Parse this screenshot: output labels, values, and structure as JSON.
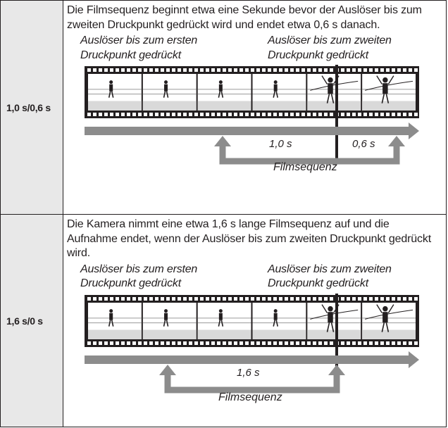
{
  "rows": [
    {
      "label": "1,0 s/0,6 s",
      "description": "Die Filmsequenz beginnt etwa eine Sekunde bevor der Auslöser bis zum zweiten Druckpunkt gedrückt wird und endet etwa 0,6 s danach.",
      "caption_left": [
        "Auslöser bis zum ersten",
        "Druckpunkt gedrückt"
      ],
      "caption_right": [
        "Auslöser bis zum zweiten",
        "Druckpunkt gedrückt"
      ],
      "segment_labels": [
        "1,0 s",
        "0,6 s"
      ],
      "sequence_label": "Filmsequenz"
    },
    {
      "label": "1,6 s/0 s",
      "description": "Die Kamera nimmt eine etwa 1,6 s lange Filmsequenz auf und die Aufnahme endet, wenn der Auslöser bis zum zweiten Druckpunkt gedrückt wird.",
      "caption_left": [
        "Auslöser bis zum ersten",
        "Druckpunkt gedrückt"
      ],
      "caption_right": [
        "Auslöser bis zum zweiten",
        "Druckpunkt gedrückt"
      ],
      "segment_labels": [
        "1,6 s"
      ],
      "sequence_label": "Filmsequenz"
    }
  ],
  "colors": {
    "border": "#231f20",
    "label_bg": "#e8e8e8",
    "arrow": "#8c8c8c",
    "film": "#231f20"
  }
}
